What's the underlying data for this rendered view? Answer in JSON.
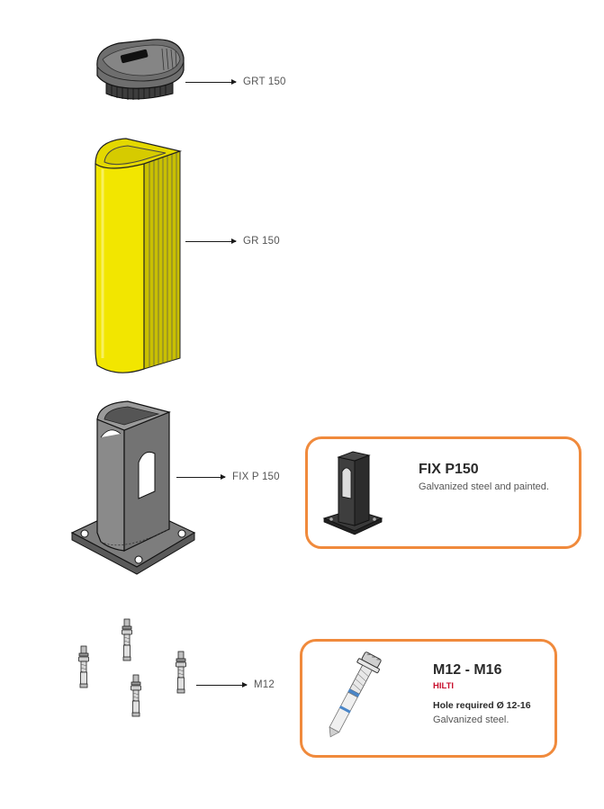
{
  "parts": {
    "cap": {
      "label": "GRT 150",
      "icon": "cap-icon"
    },
    "guard": {
      "label": "GR 150",
      "icon": "yellow-guard-icon",
      "color": "#f2e600"
    },
    "post": {
      "label": "FIX P 150",
      "icon": "steel-post-icon",
      "color": "#8a8a8a"
    },
    "anchors": {
      "label": "M12",
      "icon": "anchor-bolt-icon"
    }
  },
  "info_boxes": {
    "fix": {
      "title": "FIX P150",
      "description": "Galvanized steel and painted.",
      "icon": "painted-post-icon",
      "border_color": "#f08a3c"
    },
    "anchor": {
      "title": "M12 - M16",
      "brand": "HILTI",
      "note": "Hole required Ø 12-16",
      "description": "Galvanized steel.",
      "icon": "hilti-anchor-icon",
      "border_color": "#f08a3c"
    }
  }
}
